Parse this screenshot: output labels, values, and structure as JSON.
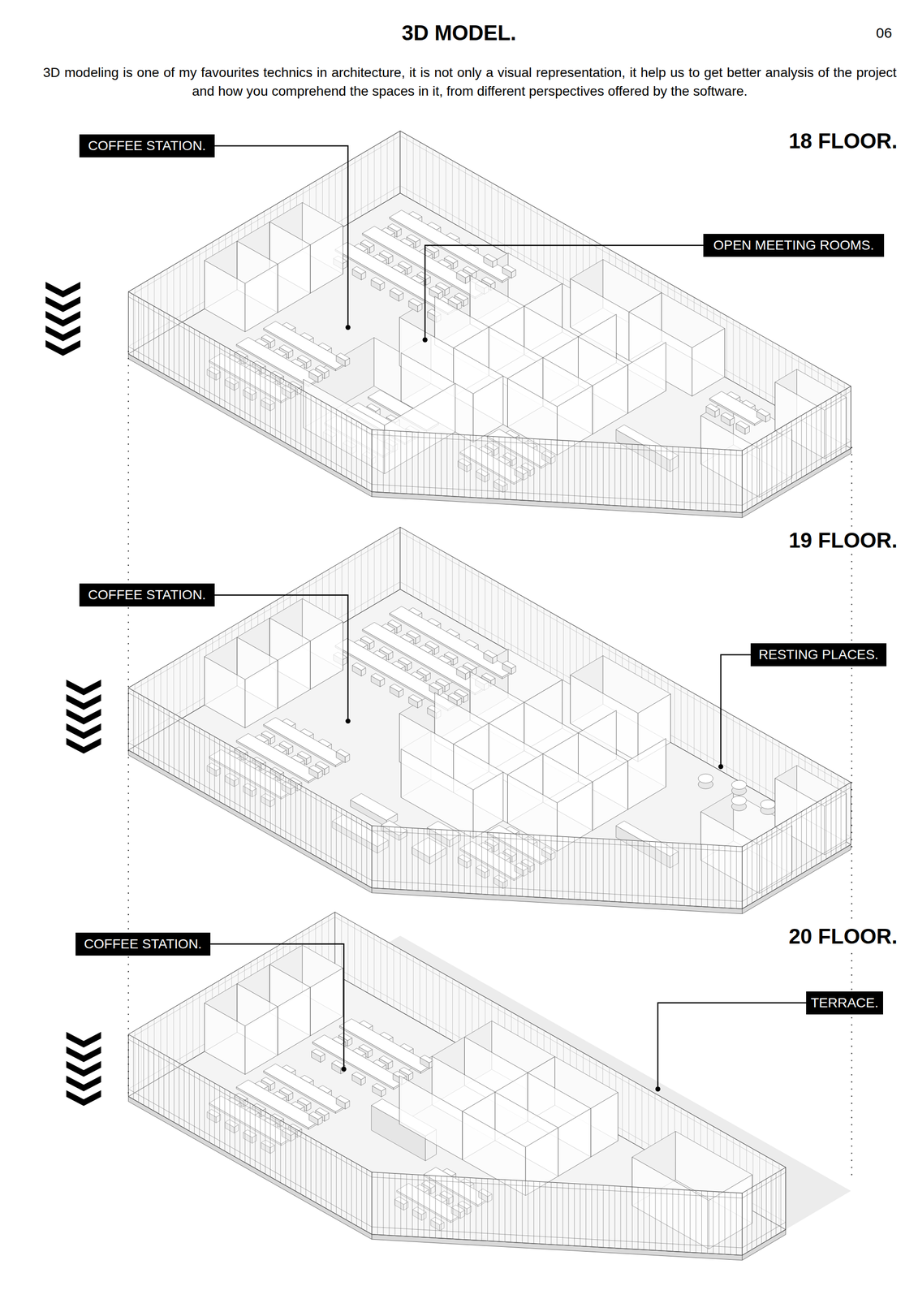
{
  "diagram": {
    "title": "3D MODEL.",
    "nodes": [
      {
        "text": [
          "COFFEE STATION."
        ]
      },
      {
        "text": [
          "OPEN MEETING ROOMS."
        ]
      },
      {
        "text": [
          "COFFEE STATION."
        ]
      },
      {
        "text": [
          "RESTING PLACES."
        ]
      },
      {
        "text": [
          "COFFEE STATION."
        ]
      },
      {
        "text": [
          "TERRACE."
        ]
      }
    ],
    "labels": [
      "06",
      "3D modeling is one of my favourites technics in architecture, it is not only a visual representation, it help us to get better analysis of the project and how you comprehend the spaces in it, from different perspectives offered by the software.",
      "18 FLOOR.",
      "19 FLOOR.",
      "20 FLOOR."
    ]
  }
}
